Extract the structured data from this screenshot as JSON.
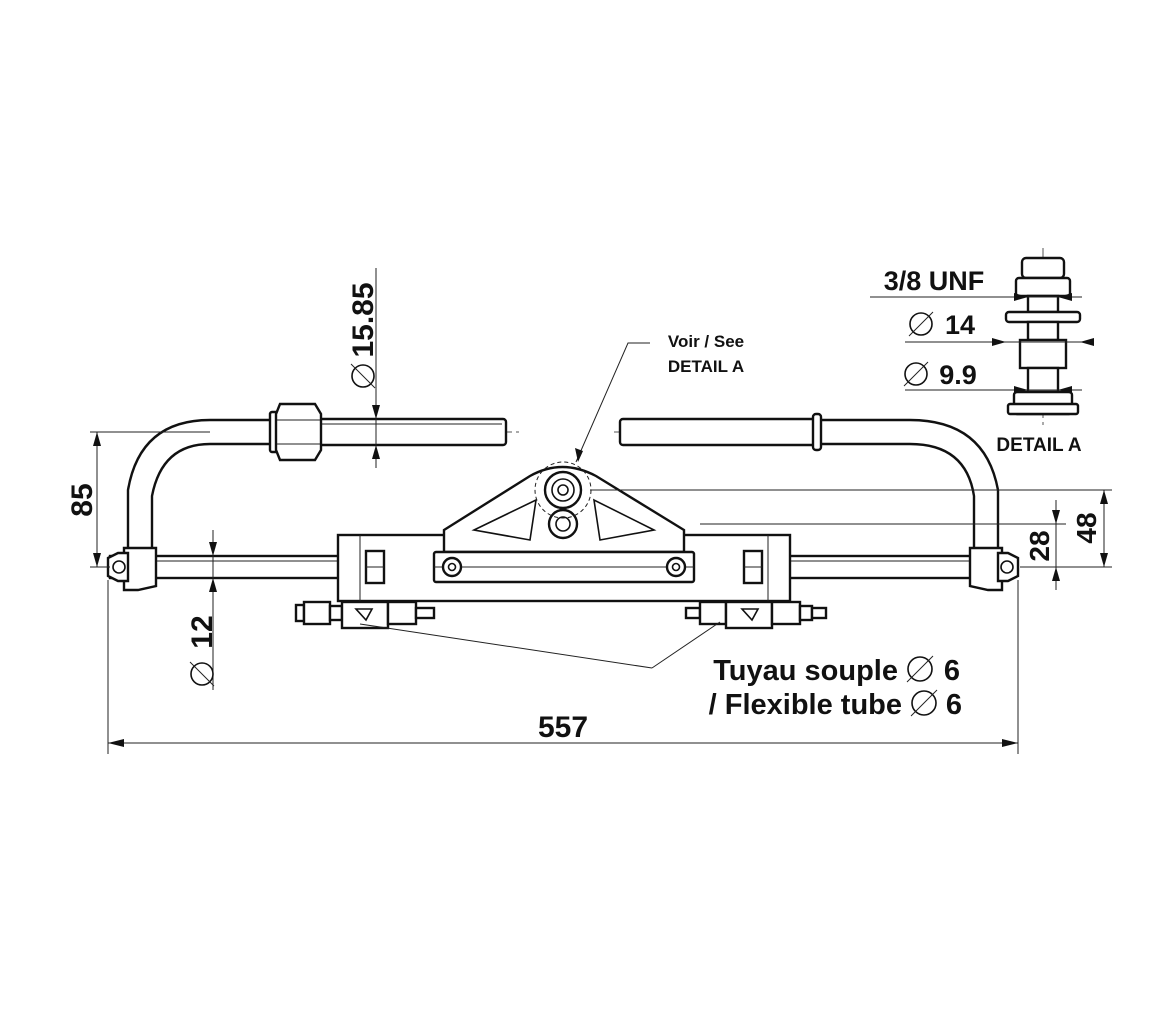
{
  "dimensions": {
    "overall_length": "557",
    "tube_height": "85",
    "rod_diameter": "12",
    "pipe_diameter": "15.85",
    "height_28": "28",
    "height_48": "48"
  },
  "detail_a": {
    "thread": "3/8 UNF",
    "washer_diameter": "14",
    "shank_diameter": "9.9",
    "title": "DETAIL A"
  },
  "callouts": {
    "see_detail_line1": "Voir / See",
    "see_detail_line2": "DETAIL A",
    "hose_line1": "Tuyau souple",
    "hose_line1_value": "6",
    "hose_line2": "/ Flexible tube",
    "hose_line2_value": "6"
  },
  "icons": {
    "diameter_symbol": "diameter-icon"
  }
}
